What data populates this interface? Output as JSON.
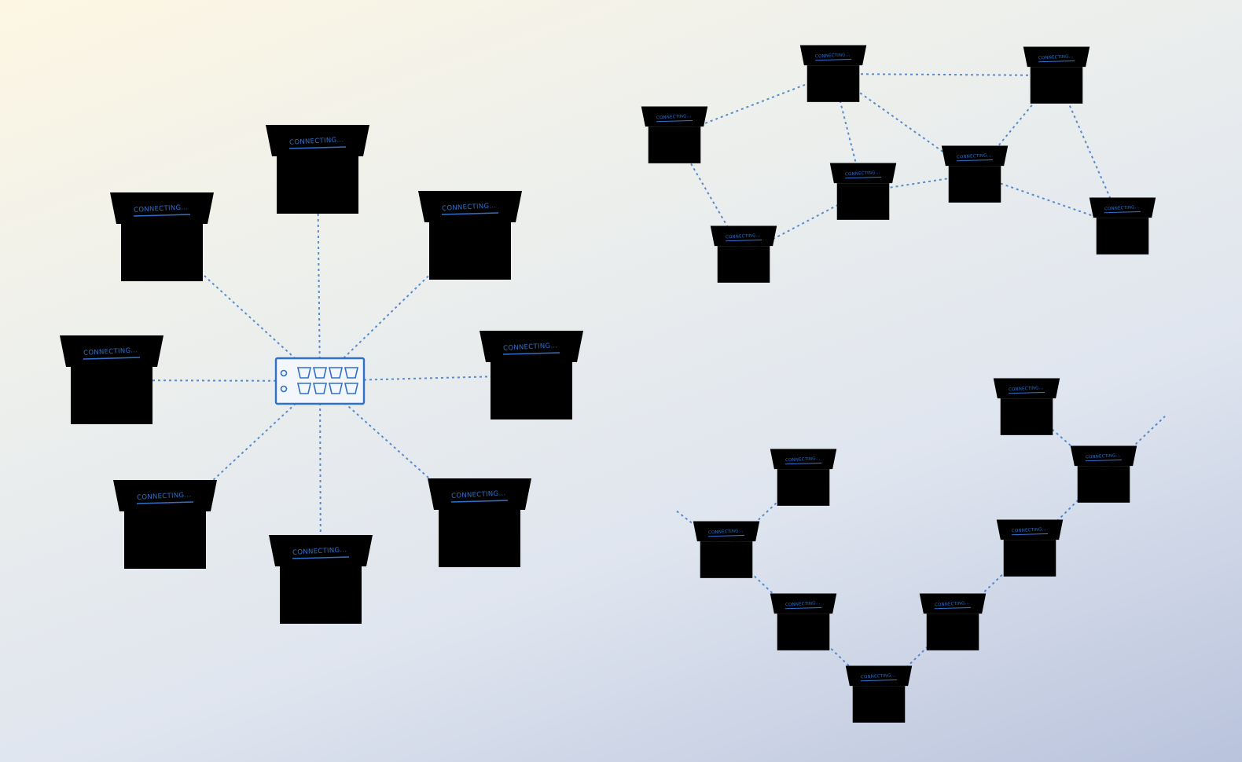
{
  "diagram": {
    "screen_text": "CONNECTING...",
    "topologies": [
      {
        "name": "star",
        "hub": {
          "icon": "network-switch-icon"
        },
        "nodes": [
          "star-node-top",
          "star-node-top-right",
          "star-node-right",
          "star-node-bottom-right",
          "star-node-bottom",
          "star-node-bottom-left",
          "star-node-left",
          "star-node-top-left"
        ]
      },
      {
        "name": "mesh",
        "nodes": [
          "mesh-node-a",
          "mesh-node-b",
          "mesh-node-c",
          "mesh-node-d",
          "mesh-node-e",
          "mesh-node-f",
          "mesh-node-g"
        ]
      },
      {
        "name": "chain",
        "nodes": [
          "chain-node-1",
          "chain-node-2",
          "chain-node-3",
          "chain-node-4",
          "chain-node-5",
          "chain-node-6",
          "chain-node-7",
          "chain-node-8"
        ]
      }
    ],
    "colors": {
      "ink": "#2f70c8",
      "link": "#3f79c6"
    }
  }
}
